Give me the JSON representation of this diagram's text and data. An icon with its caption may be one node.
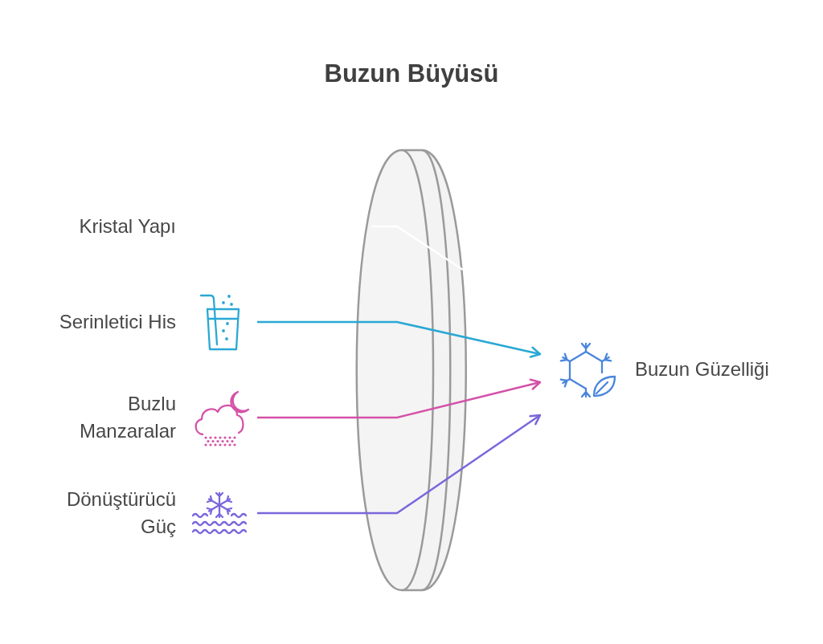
{
  "diagram": {
    "title": "Buzun Büyüsü",
    "nodes": [
      {
        "text": [
          "Kristal Yapı"
        ]
      },
      {
        "text": [
          "Serinletici His"
        ]
      },
      {
        "text": [
          "Buzlu Manzaralar"
        ]
      },
      {
        "text": [
          "Dönüştürücü Güç"
        ]
      },
      {
        "text": [
          "Buzun Güzelliği"
        ]
      }
    ],
    "edges": [
      {
        "from": 1,
        "to": 4,
        "arrow": "to",
        "color": "#2aa8d4"
      },
      {
        "from": 2,
        "to": 4,
        "arrow": "to",
        "color": "#d452a8"
      },
      {
        "from": 3,
        "to": 4,
        "arrow": "to",
        "color": "#7b66dc"
      }
    ]
  }
}
